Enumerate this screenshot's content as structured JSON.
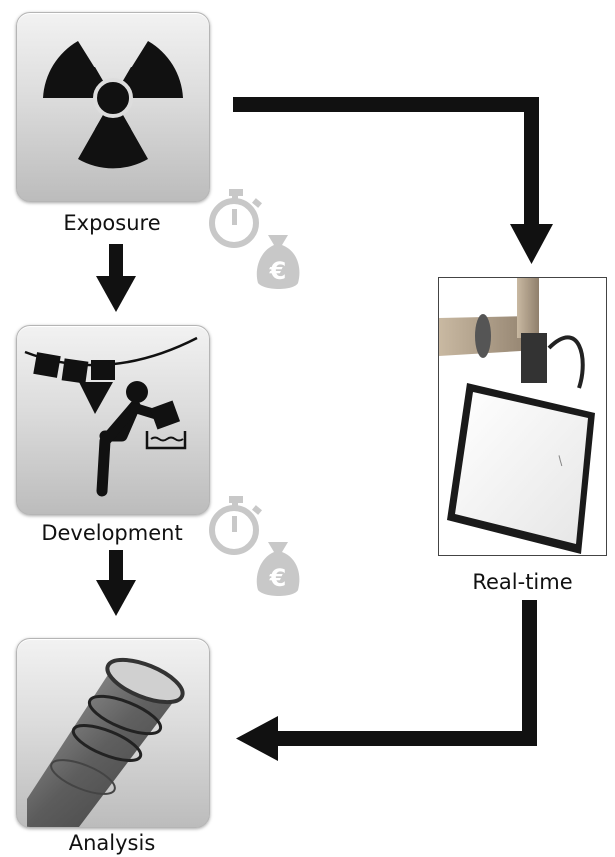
{
  "steps": {
    "exposure": {
      "label": "Exposure",
      "icon": "radiation-icon"
    },
    "development": {
      "label": "Development",
      "icon": "film-developing-icon"
    },
    "analysis": {
      "label": "Analysis",
      "icon": "xray-pipe-icon"
    },
    "realtime": {
      "label": "Real-time",
      "icon": "digital-detector-photo"
    }
  },
  "cost_markers": [
    {
      "icons": [
        "stopwatch-icon",
        "money-bag-icon"
      ],
      "symbol": "€"
    },
    {
      "icons": [
        "stopwatch-icon",
        "money-bag-icon"
      ],
      "symbol": "€"
    }
  ],
  "colors": {
    "arrow": "#111111",
    "icon_black": "#111111",
    "cost_icon_gray": "#c8c8c8"
  }
}
